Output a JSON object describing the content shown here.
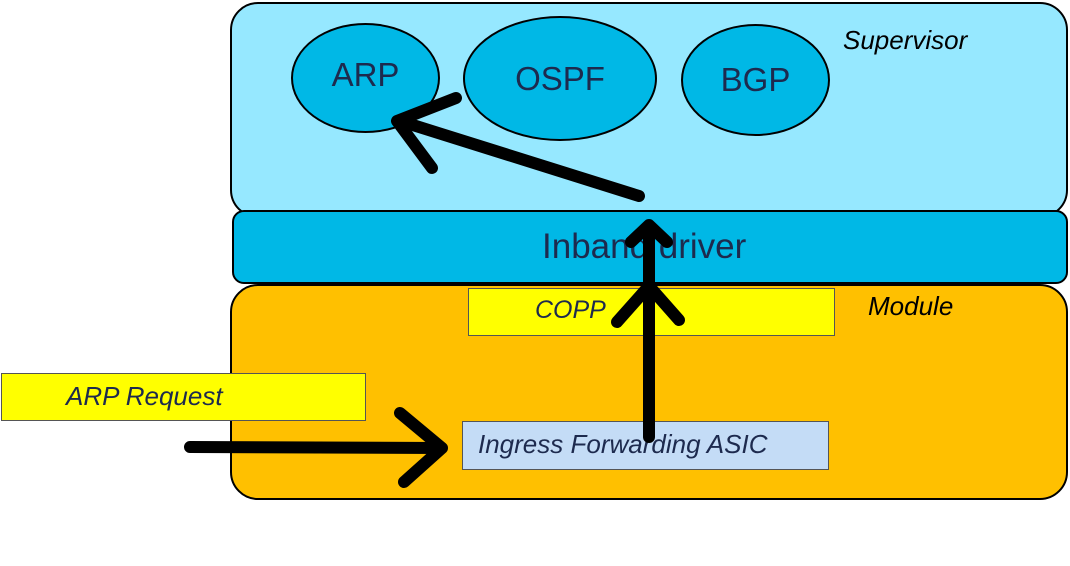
{
  "supervisor": {
    "label": "Supervisor",
    "processes": [
      {
        "name": "ARP"
      },
      {
        "name": "OSPF"
      },
      {
        "name": "BGP"
      }
    ]
  },
  "inband": {
    "label": "Inband driver"
  },
  "module": {
    "label": "Module",
    "copp_label": "COPP",
    "ingress_label": "Ingress Forwarding ASIC"
  },
  "external": {
    "arp_request_label": "ARP Request"
  },
  "colors": {
    "supervisor_fill": "#96e8ff",
    "inband_fill": "#00b8e6",
    "process_fill": "#00b8e6",
    "module_fill": "#ffc000",
    "highlight_fill": "#ffff00",
    "asic_fill": "#c4dcf6",
    "arrow": "#000000"
  }
}
